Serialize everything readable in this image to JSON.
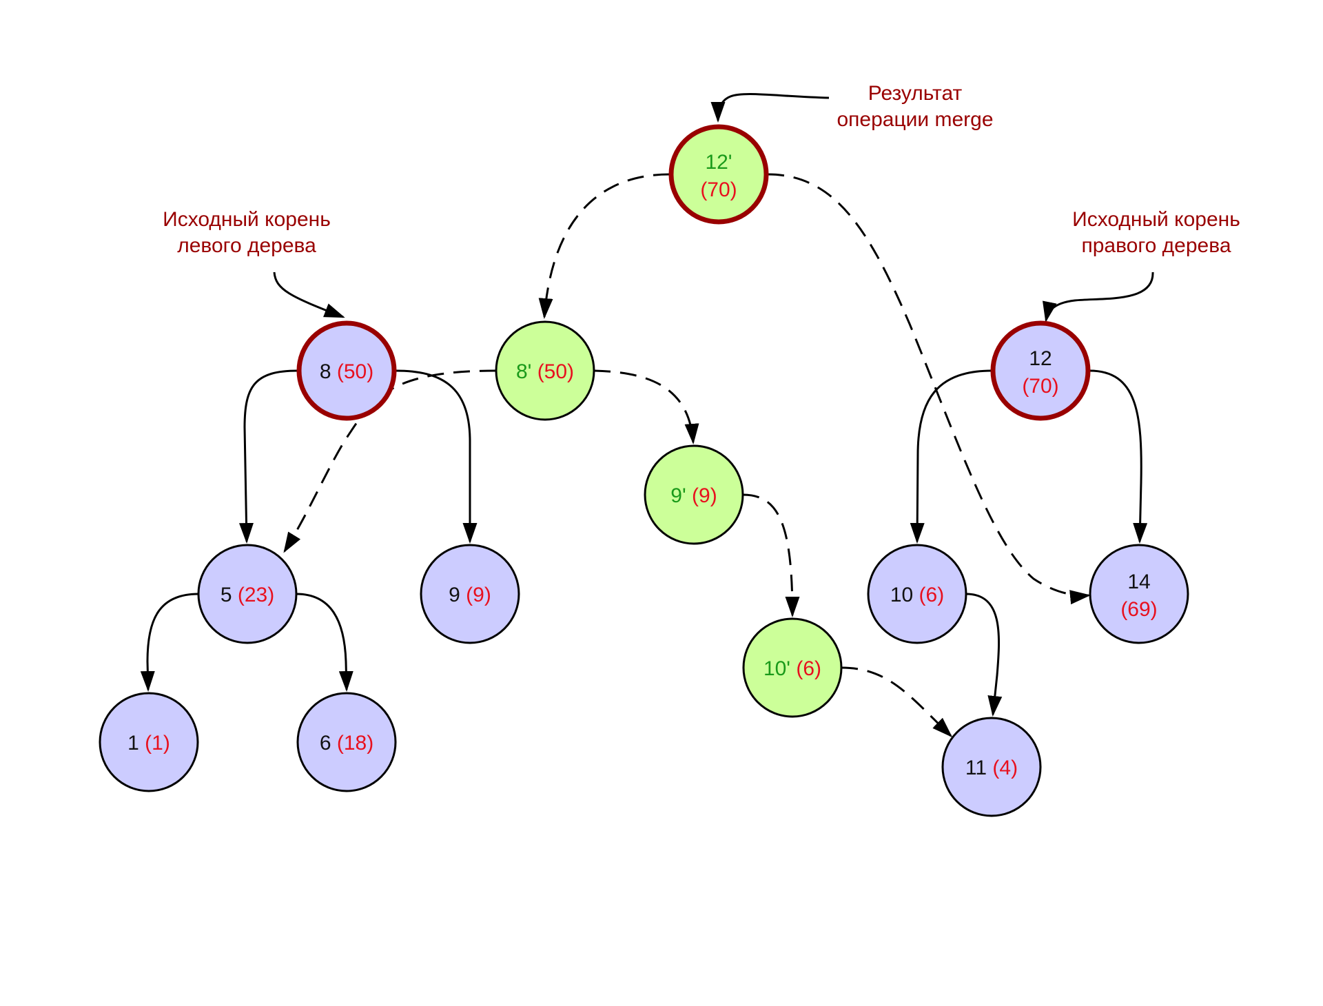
{
  "title": "Treap merge operation",
  "colors": {
    "original_node_fill": "#ccccff",
    "new_node_fill": "#ccff99",
    "root_border": "#990000",
    "annotation_text": "#990000",
    "new_key_text": "#1a9a1a",
    "priority_text": "#e8101e"
  },
  "annotations": [
    {
      "id": "merge-result",
      "lines": [
        "Результат",
        "операции merge"
      ],
      "target": "n12p"
    },
    {
      "id": "left-root",
      "lines": [
        "Исходный корень",
        "левого дерева"
      ],
      "target": "n8"
    },
    {
      "id": "right-root",
      "lines": [
        "Исходный корень",
        "правого дерева"
      ],
      "target": "n12"
    }
  ],
  "nodes": [
    {
      "id": "n12p",
      "key": "12'",
      "priority": "(70)",
      "kind": "new",
      "highlight": true,
      "layout": "stacked"
    },
    {
      "id": "n8",
      "key": "8",
      "priority": "(50)",
      "kind": "original",
      "highlight": true,
      "layout": "inline"
    },
    {
      "id": "n8p",
      "key": "8'",
      "priority": "(50)",
      "kind": "new",
      "highlight": false,
      "layout": "inline"
    },
    {
      "id": "n12",
      "key": "12",
      "priority": "(70)",
      "kind": "original",
      "highlight": true,
      "layout": "stacked"
    },
    {
      "id": "n9p",
      "key": "9'",
      "priority": "(9)",
      "kind": "new",
      "highlight": false,
      "layout": "inline"
    },
    {
      "id": "n5",
      "key": "5",
      "priority": "(23)",
      "kind": "original",
      "highlight": false,
      "layout": "inline"
    },
    {
      "id": "n9",
      "key": "9",
      "priority": "(9)",
      "kind": "original",
      "highlight": false,
      "layout": "inline"
    },
    {
      "id": "n10",
      "key": "10",
      "priority": "(6)",
      "kind": "original",
      "highlight": false,
      "layout": "inline"
    },
    {
      "id": "n14",
      "key": "14",
      "priority": "(69)",
      "kind": "original",
      "highlight": false,
      "layout": "stacked"
    },
    {
      "id": "n10p",
      "key": "10'",
      "priority": "(6)",
      "kind": "new",
      "highlight": false,
      "layout": "inline"
    },
    {
      "id": "n1",
      "key": "1",
      "priority": "(1)",
      "kind": "original",
      "highlight": false,
      "layout": "inline"
    },
    {
      "id": "n6",
      "key": "6",
      "priority": "(18)",
      "kind": "original",
      "highlight": false,
      "layout": "inline"
    },
    {
      "id": "n11",
      "key": "11",
      "priority": "(4)",
      "kind": "original",
      "highlight": false,
      "layout": "inline"
    }
  ],
  "edges": [
    {
      "from": "n8",
      "to": "n5",
      "style": "solid"
    },
    {
      "from": "n8",
      "to": "n9",
      "style": "solid"
    },
    {
      "from": "n5",
      "to": "n1",
      "style": "solid"
    },
    {
      "from": "n5",
      "to": "n6",
      "style": "solid"
    },
    {
      "from": "n12",
      "to": "n10",
      "style": "solid"
    },
    {
      "from": "n12",
      "to": "n14",
      "style": "solid"
    },
    {
      "from": "n10",
      "to": "n11",
      "style": "solid"
    },
    {
      "from": "n12p",
      "to": "n8p",
      "style": "dashed"
    },
    {
      "from": "n12p",
      "to": "n14",
      "style": "dashed"
    },
    {
      "from": "n8p",
      "to": "n5",
      "style": "dashed"
    },
    {
      "from": "n8p",
      "to": "n9p",
      "style": "dashed"
    },
    {
      "from": "n9p",
      "to": "n10p",
      "style": "dashed"
    },
    {
      "from": "n10p",
      "to": "n11",
      "style": "dashed"
    }
  ]
}
